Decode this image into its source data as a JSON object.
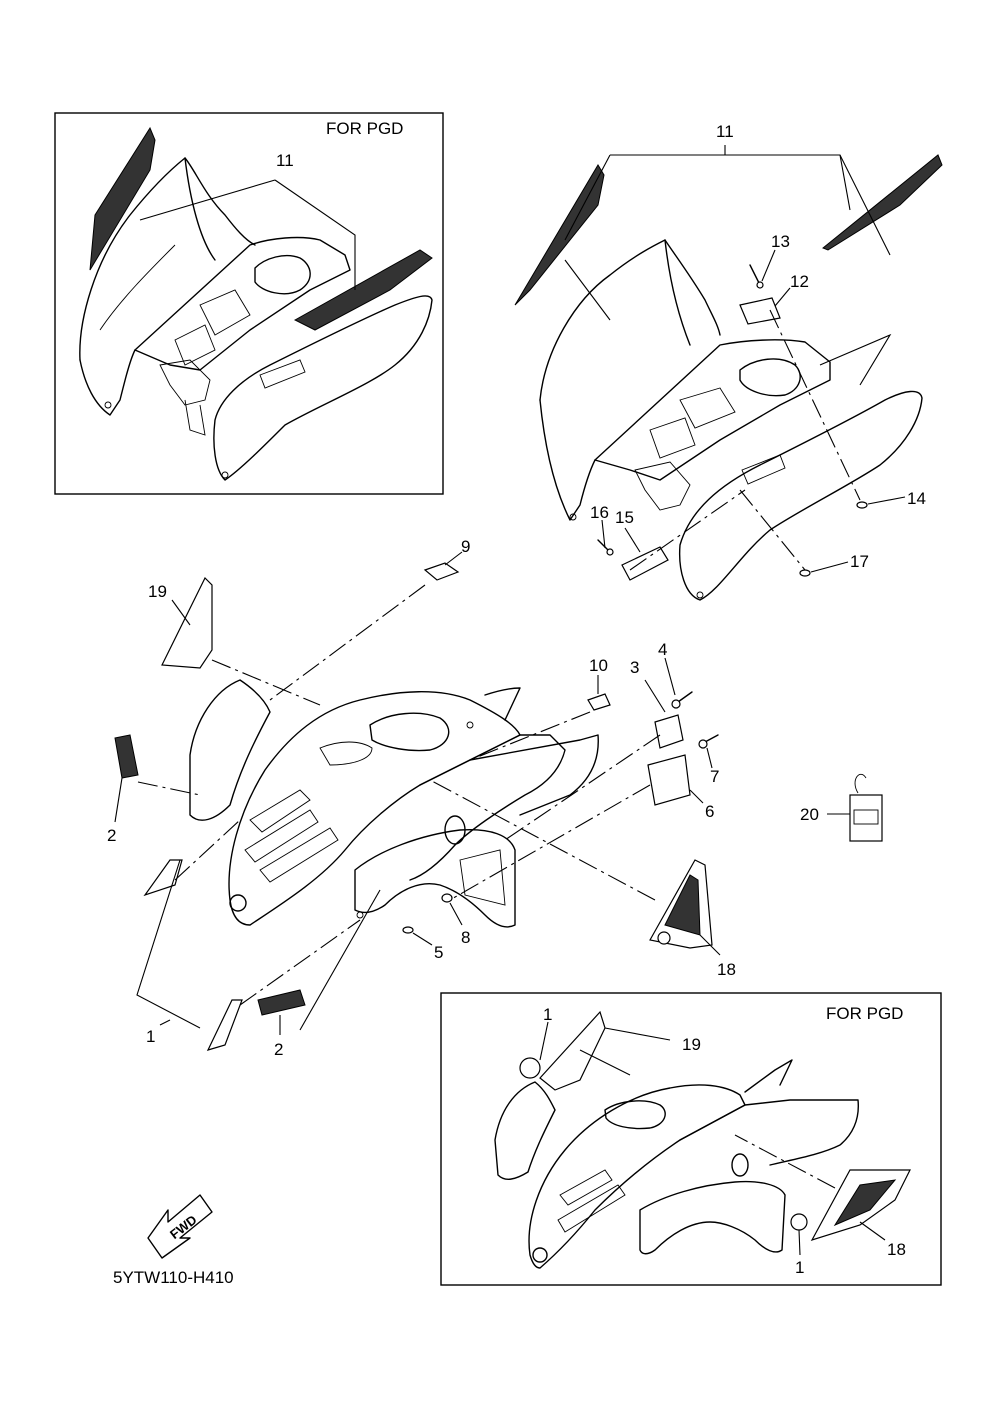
{
  "diagram": {
    "inset_top_label": "FOR PGD",
    "inset_bottom_label": "FOR PGD",
    "fwd_label": "FWD",
    "diagram_code": "5YTW110-H410",
    "callouts": {
      "c11_inset": "11",
      "c11_main": "11",
      "c13": "13",
      "c12": "12",
      "c14": "14",
      "c16": "16",
      "c15": "15",
      "c17": "17",
      "c9": "9",
      "c19": "19",
      "c10": "10",
      "c3": "3",
      "c4": "4",
      "c7": "7",
      "c6": "6",
      "c20": "20",
      "c2_left": "2",
      "c5": "5",
      "c8": "8",
      "c18": "18",
      "c1": "1",
      "c2_bottom": "2",
      "c1_pgd_top": "1",
      "c19_pgd": "19",
      "c18_pgd": "18",
      "c1_pgd_bottom": "1"
    }
  }
}
